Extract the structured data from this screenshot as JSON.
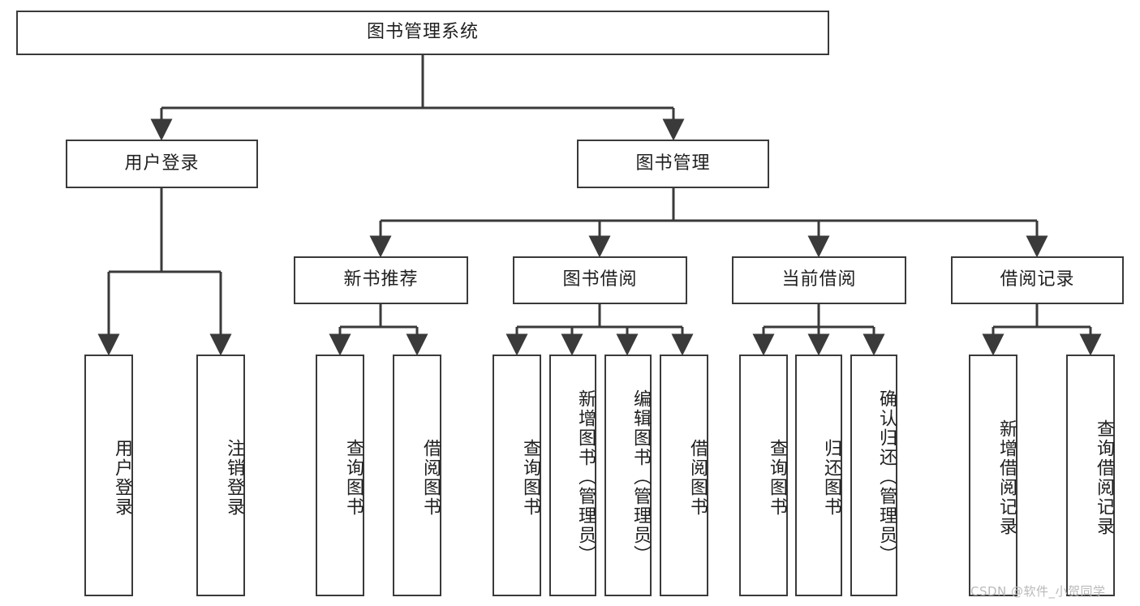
{
  "diagram": {
    "title": "图书管理系统",
    "root": {
      "label": "图书管理系统"
    },
    "level2": [
      {
        "label": "用户登录"
      },
      {
        "label": "图书管理"
      }
    ],
    "level3": [
      {
        "label": "新书推荐"
      },
      {
        "label": "图书借阅"
      },
      {
        "label": "当前借阅"
      },
      {
        "label": "借阅记录"
      }
    ],
    "leaves": {
      "user_login": [
        {
          "label": "用户登录"
        },
        {
          "label": "注销登录"
        }
      ],
      "new_book_recommend": [
        {
          "label": "查询图书"
        },
        {
          "label": "借阅图书"
        }
      ],
      "book_borrow": [
        {
          "label": "查询图书"
        },
        {
          "label": "新增图书（管理员）"
        },
        {
          "label": "编辑图书（管理员）"
        },
        {
          "label": "借阅图书"
        }
      ],
      "current_borrow": [
        {
          "label": "查询图书"
        },
        {
          "label": "归还图书"
        },
        {
          "label": "确认归还（管理员）"
        }
      ],
      "borrow_record": [
        {
          "label": "新增借阅记录"
        },
        {
          "label": "查询借阅记录"
        }
      ]
    }
  },
  "watermark": {
    "text": "CSDN @软件_小贺同学"
  },
  "colors": {
    "stroke": "#3a3a3a",
    "fill": "#ffffff",
    "text": "#1f1f1f",
    "watermark": "#b9b9b9"
  }
}
